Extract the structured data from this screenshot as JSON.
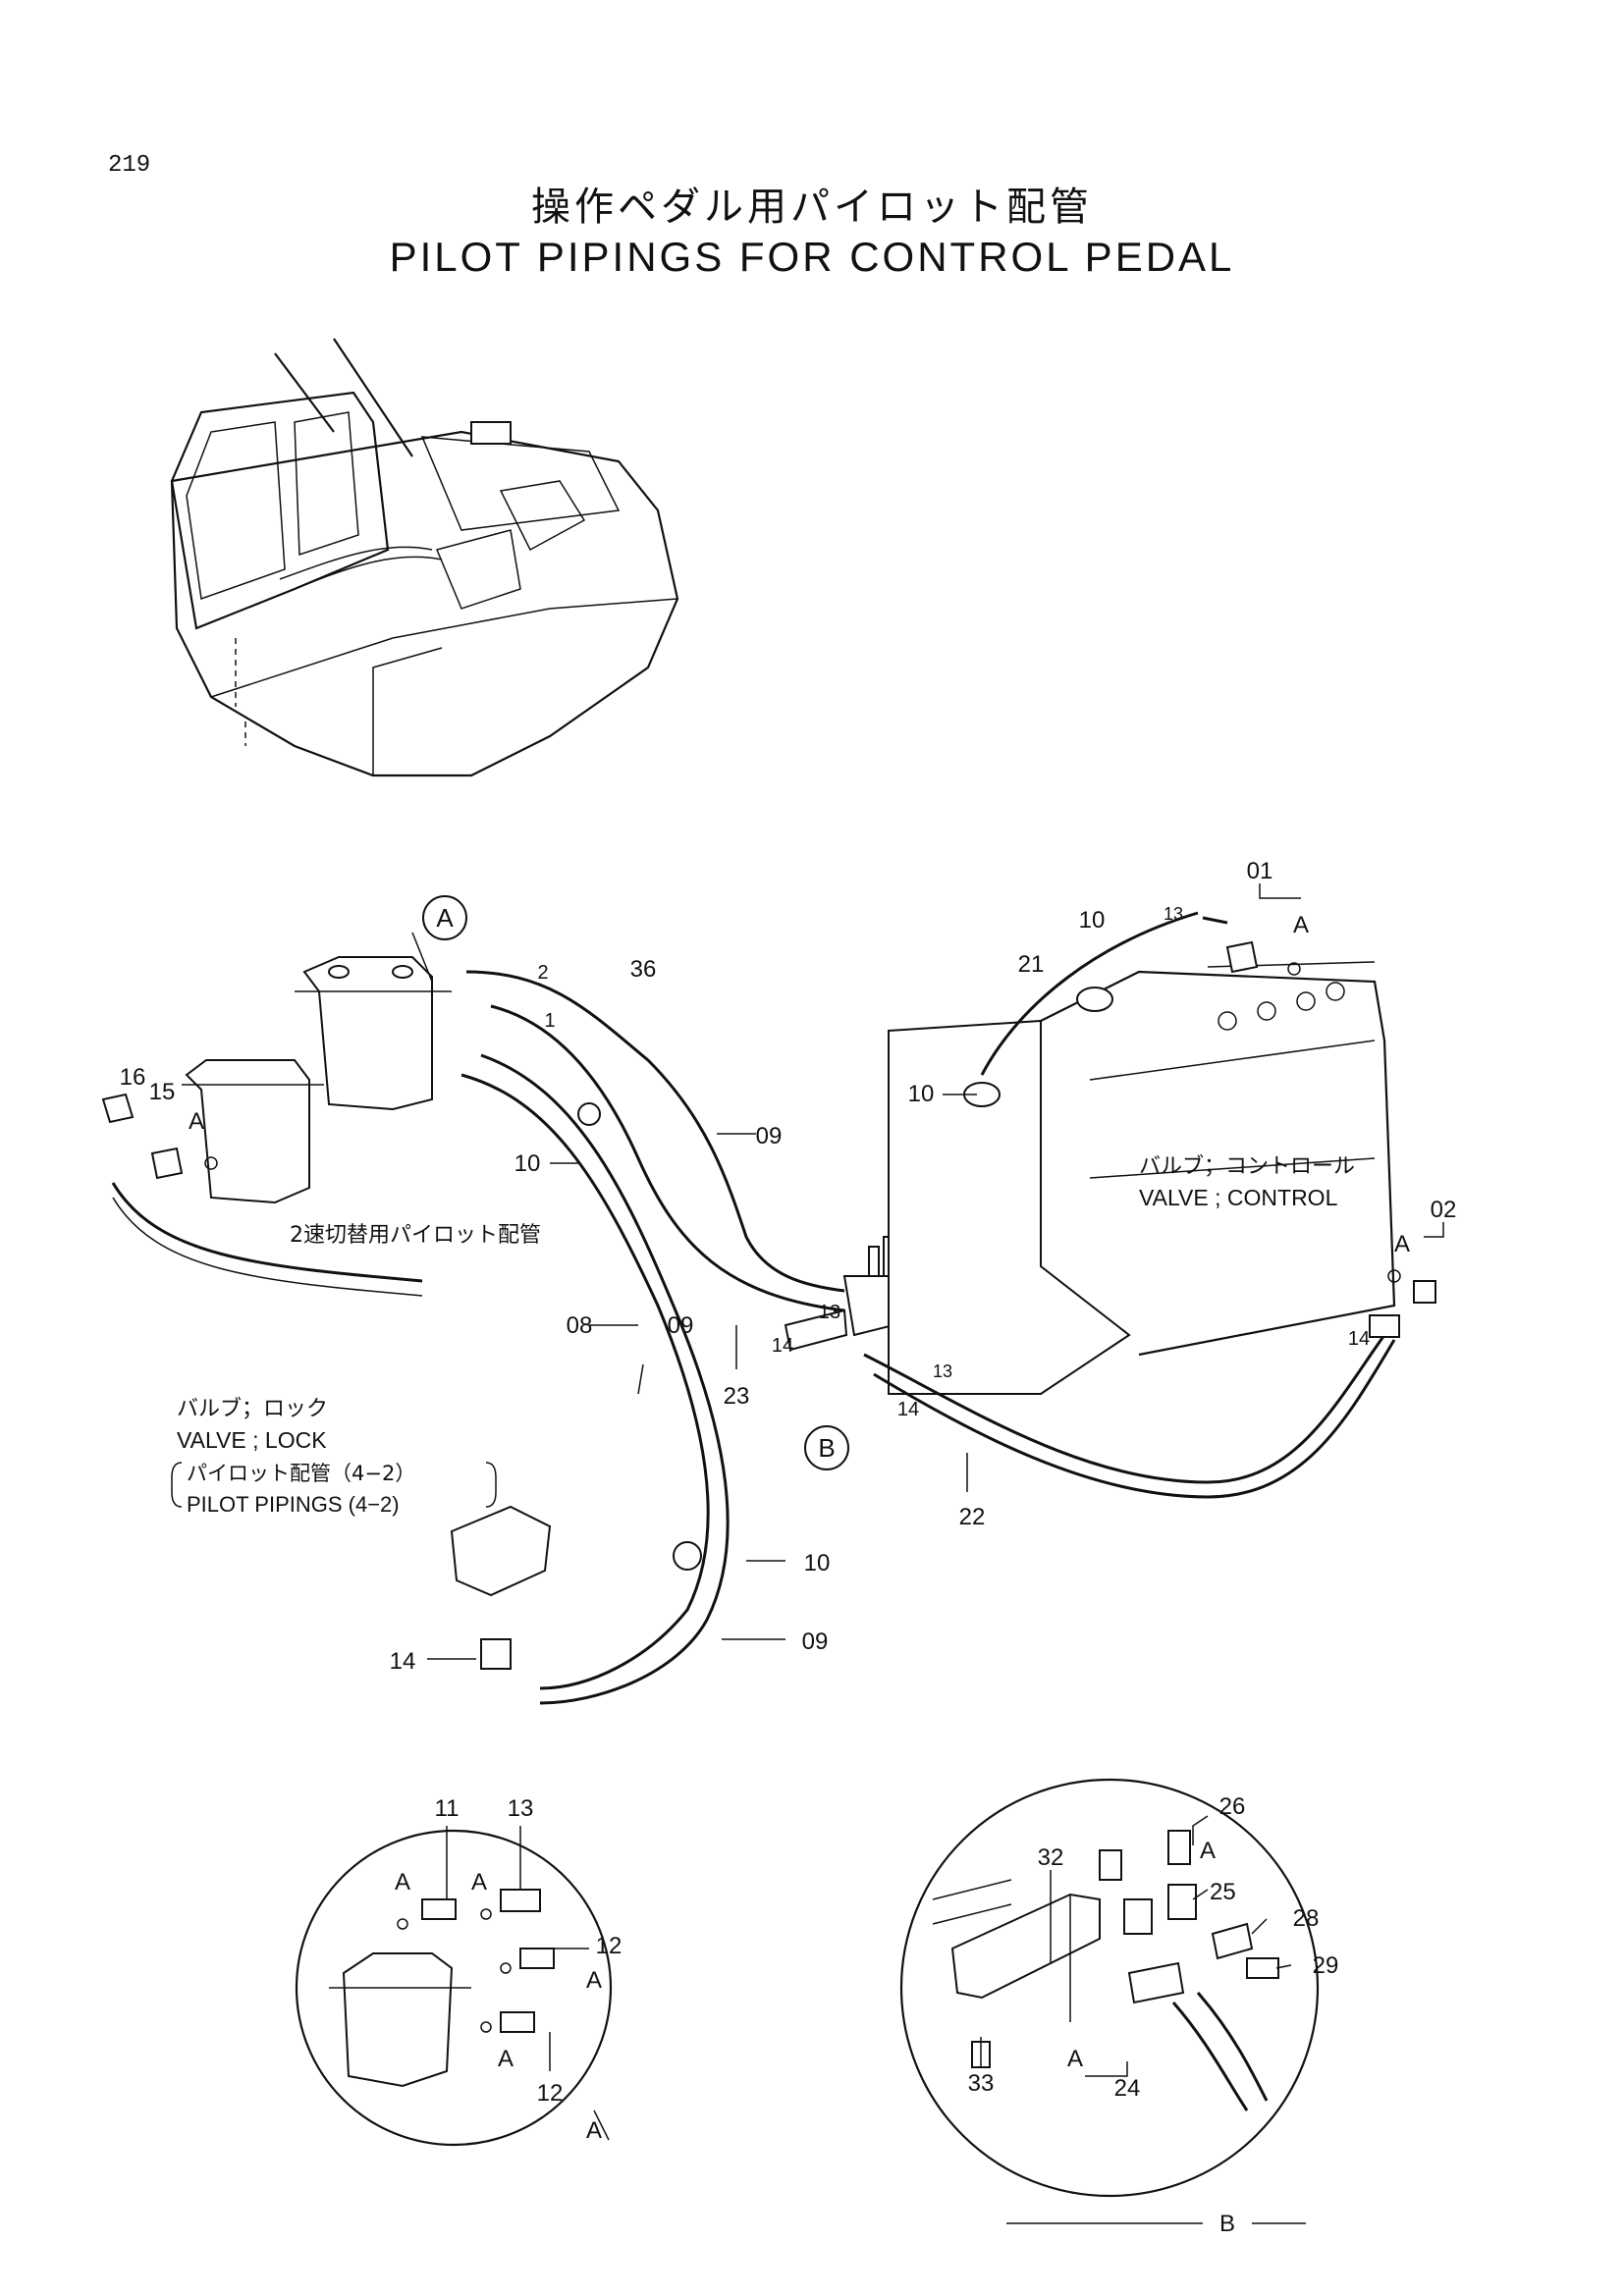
{
  "page": {
    "number": "219"
  },
  "title": {
    "jp": "操作ペダル用パイロット配管",
    "en": "PILOT PIPINGS FOR CONTROL PEDAL"
  },
  "detail_markers": {
    "a": "A",
    "b": "B"
  },
  "callouts": {
    "c01": "01",
    "c02": "02",
    "c08": "08",
    "c09a": "09",
    "c09b": "09",
    "c09c": "09",
    "c10a": "10",
    "c10b": "10",
    "c10c": "10",
    "c10d": "10",
    "c11": "11",
    "c12a": "12",
    "c12b": "12",
    "c13a": "13",
    "c13b": "13",
    "c13c": "13",
    "c13d": "13",
    "c14a": "14",
    "c14b": "14",
    "c14c": "14",
    "c14d": "14",
    "c15": "15",
    "c16": "16",
    "c21": "21",
    "c22": "22",
    "c23": "23",
    "c24": "24",
    "c25": "25",
    "c26": "26",
    "c28": "28",
    "c29": "29",
    "c32": "32",
    "c33": "33",
    "c36": "36",
    "p1": "1",
    "p2": "2",
    "sa1": "A",
    "sa2": "A",
    "sa3": "A",
    "sa4": "A",
    "sa5": "A",
    "sa6": "A",
    "sa7": "A",
    "sa8": "A",
    "sa9": "A"
  },
  "labels": {
    "two_speed_jp": "2速切替用パイロット配管",
    "valve_control_jp": "バルブ；コントロール",
    "valve_control_en": "VALVE ; CONTROL",
    "valve_lock_jp": "バルブ；ロック",
    "valve_lock_en": "VALVE ; LOCK",
    "pilot_ref_jp": "パイロット配管（4−2）",
    "pilot_ref_en": "PILOT   PIPINGS (4−2)",
    "detail_a_tag": "A",
    "detail_b_tag": "B"
  }
}
